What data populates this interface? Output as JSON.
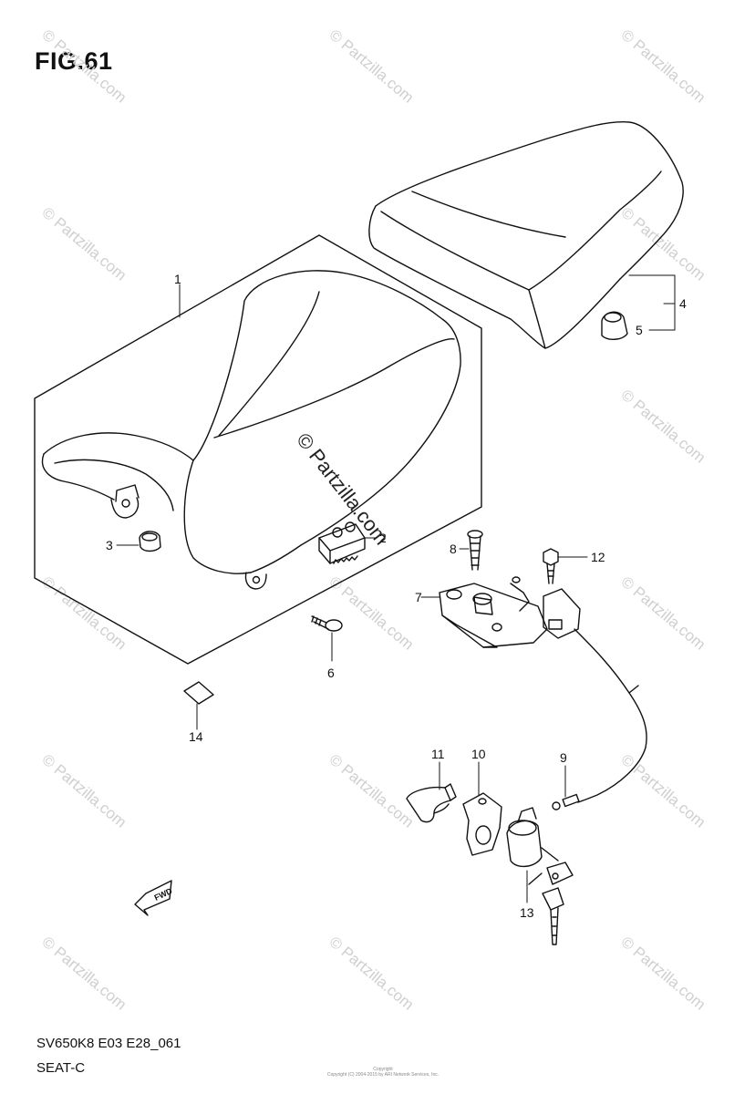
{
  "figure": {
    "title": "FIG.61",
    "code": "SV650K8 E03 E28_061",
    "subtitle": "SEAT-C",
    "watermark": "© Partzilla.com",
    "copyright": "Copyright\nCopyright (C) 2004-2015 by ARI Network Services, Inc.",
    "fwd_label": "FWD"
  },
  "callouts": {
    "c1": "1",
    "c2": "2",
    "c3": "3",
    "c4": "4",
    "c5": "5",
    "c6": "6",
    "c7": "7",
    "c8": "8",
    "c9": "9",
    "c10": "10",
    "c11": "11",
    "c12": "12",
    "c13": "13",
    "c14": "14"
  }
}
